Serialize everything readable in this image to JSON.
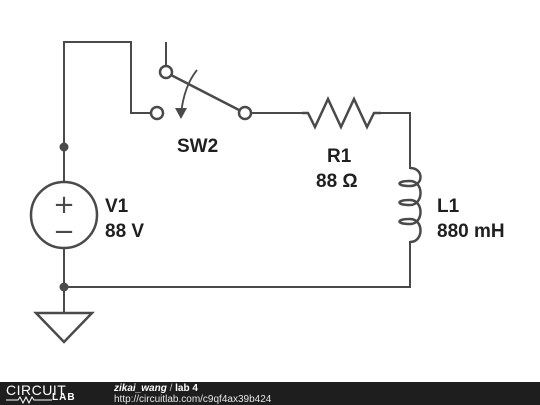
{
  "circuit": {
    "switch": {
      "name": "SW2"
    },
    "resistor": {
      "name": "R1",
      "value": "88 Ω"
    },
    "inductor": {
      "name": "L1",
      "value": "880 mH"
    },
    "source": {
      "name": "V1",
      "value": "88 V",
      "plus": "+",
      "minus": "−"
    }
  },
  "footer": {
    "logo_top": "CIRCUIT",
    "logo_bottom": "LAB",
    "user": "zikai_wang",
    "separator": " / ",
    "project": "lab 4",
    "url": "http://circuitlab.com/c9qf4ax39b424"
  },
  "colors": {
    "wire": "#4a4a4a",
    "footer_bg": "#1e1e1e"
  }
}
